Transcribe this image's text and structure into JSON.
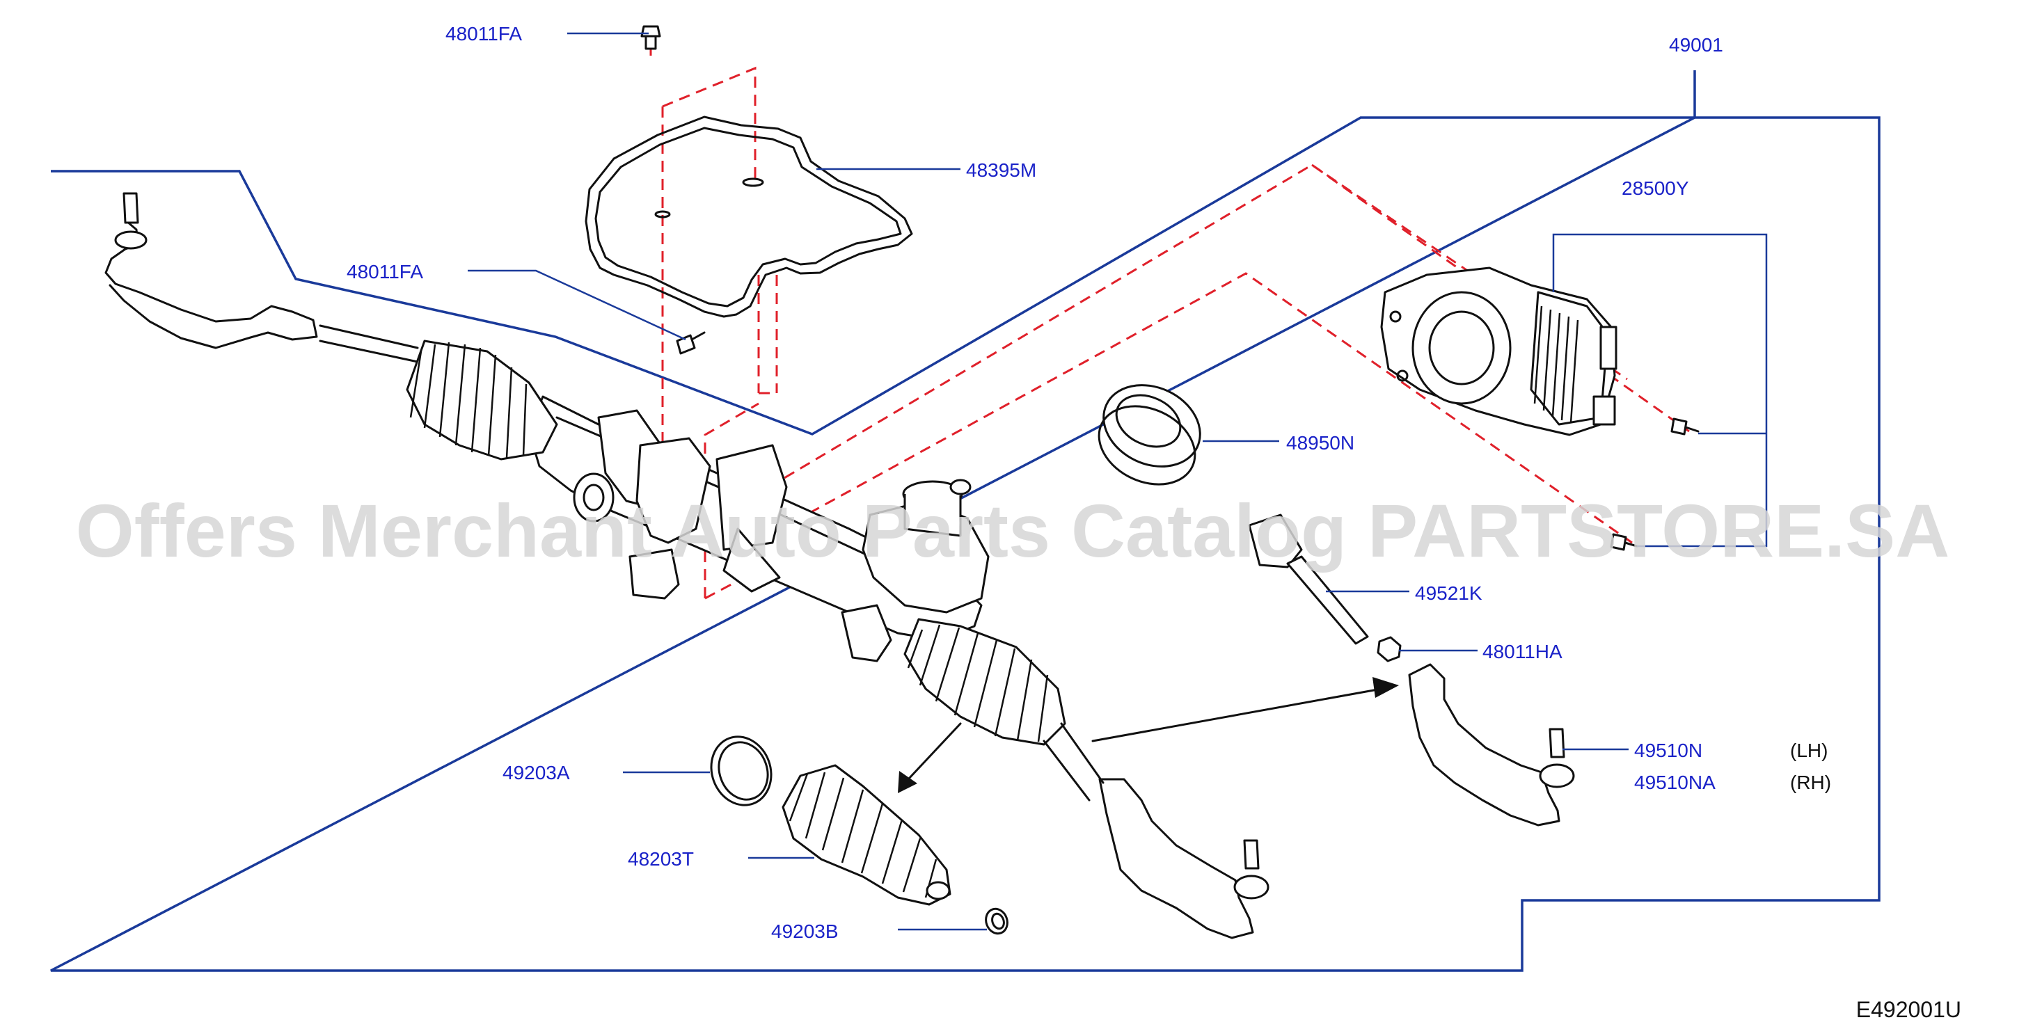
{
  "diagram": {
    "watermark": "Offers Merchant Auto Parts Catalog PARTSTORE.SA",
    "diagram_code": "E492001U",
    "callouts": [
      {
        "id": "48011FA_top",
        "label": "48011FA"
      },
      {
        "id": "48395M",
        "label": "48395M"
      },
      {
        "id": "48011FA_mid",
        "label": "48011FA"
      },
      {
        "id": "49001",
        "label": "49001"
      },
      {
        "id": "28500Y",
        "label": "28500Y"
      },
      {
        "id": "48950N",
        "label": "48950N"
      },
      {
        "id": "49521K",
        "label": "49521K"
      },
      {
        "id": "48011HA",
        "label": "48011HA"
      },
      {
        "id": "49510N",
        "label": "49510N",
        "side": "(LH)"
      },
      {
        "id": "49510NA",
        "label": "49510NA",
        "side": "(RH)"
      },
      {
        "id": "49203A",
        "label": "49203A"
      },
      {
        "id": "48203T",
        "label": "48203T"
      },
      {
        "id": "49203B",
        "label": "49203B"
      }
    ],
    "colors": {
      "label": "#1a22c8",
      "leader": "#1a3a9a",
      "dashed_guide": "#e0202a",
      "linework": "#111111",
      "watermark": "#d6d6d6"
    }
  }
}
